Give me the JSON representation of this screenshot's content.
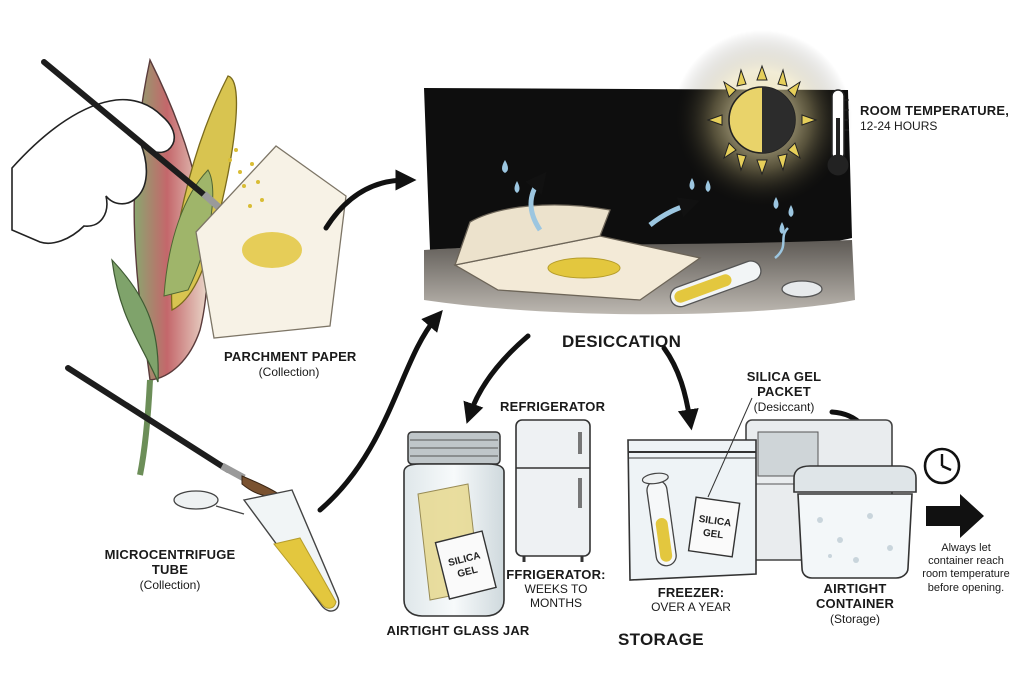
{
  "labels": {
    "room_temp_title": "ROOM TEMPERATURE,",
    "room_temp_time": "12-24 HOURS",
    "parchment_title": "PARCHMENT PAPER",
    "parchment_sub": "(Collection)",
    "desiccation": "DESICCATION",
    "tube_title_1": "MICROCENTRIFUGE",
    "tube_title_2": "TUBE",
    "tube_sub": "(Collection)",
    "refrigerator": "REFRIGERATOR",
    "silica_title_1": "SILICA GEL",
    "silica_title_2": "PACKET",
    "silica_sub": "(Desiccant)",
    "fridge_time_title": "FFRIGERATOR:",
    "fridge_time_1": "WEEKS TO",
    "fridge_time_2": "MONTHS",
    "freezer_title": "FREEZER:",
    "freezer_time": "OVER A YEAR",
    "container_title_1": "AIRTIGHT",
    "container_title_2": "CONTAINER",
    "container_sub": "(Storage)",
    "jar_title": "AIRTIGHT GLASS JAR",
    "storage": "STORAGE",
    "note": "Always let container reach room temperature before opening.",
    "silica_packet_text_1": "SILICA",
    "silica_packet_text_2": "GEL"
  },
  "icons": [
    "hand-icon",
    "paintbrush-icon",
    "flower-spadix-icon",
    "sun-icon",
    "thermometer-icon",
    "water-drop-icon",
    "refrigerator-icon",
    "glass-jar-icon",
    "zip-bag-icon",
    "clock-icon",
    "arrow-right-icon"
  ],
  "colors": {
    "pollen": "#e3c73e",
    "night": "#0e0e0e",
    "leaf": "#7fa36b",
    "spathe": "#b85a5f",
    "arrow": "#111111",
    "steam": "#9cc6e0"
  }
}
